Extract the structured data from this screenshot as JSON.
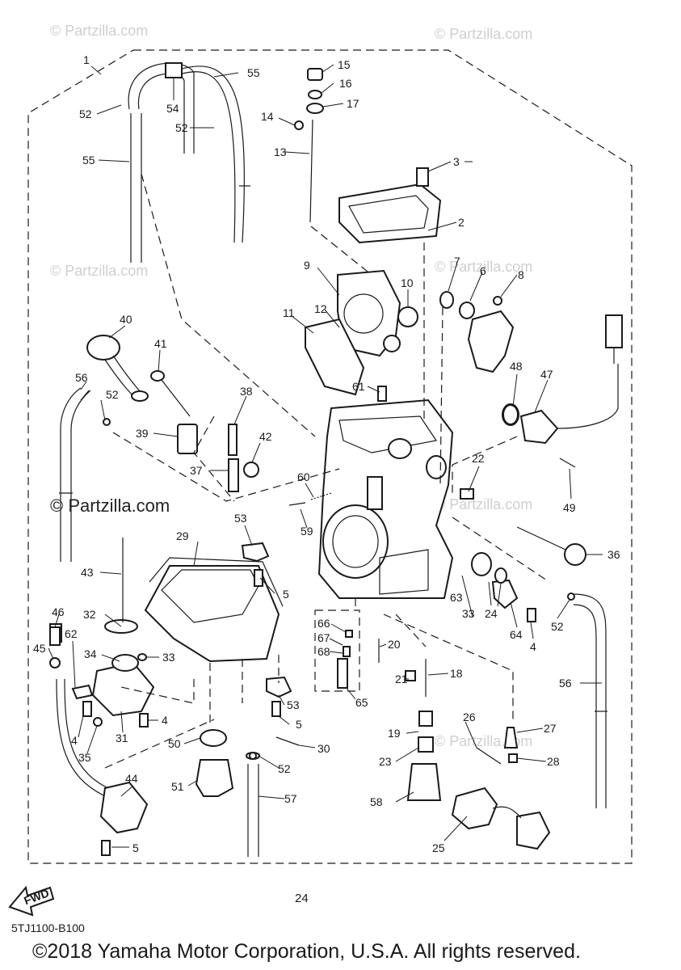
{
  "watermarks": [
    "© Partzilla.com",
    "© Partzilla.com",
    "© Partzilla.com",
    "© Partzilla.com",
    "© Partzilla.com",
    "© Partzilla.com"
  ],
  "watermark_center": "© Partzilla.com",
  "page_number": "24",
  "drawing_code": "5TJ1100-B100",
  "copyright": "©2018 Yamaha Motor Corporation, U.S.A. All rights reserved.",
  "forward_marker": "FWD",
  "callouts": {
    "c1": "1",
    "c2": "2",
    "c3": "3",
    "c4a": "4",
    "c4b": "4",
    "c4c": "4",
    "c5a": "5",
    "c5b": "5",
    "c5c": "5",
    "c6": "6",
    "c7": "7",
    "c8": "8",
    "c9": "9",
    "c10": "10",
    "c11": "11",
    "c12": "12",
    "c13": "13",
    "c14": "14",
    "c15": "15",
    "c16": "16",
    "c17": "17",
    "c18": "18",
    "c19": "19",
    "c20": "20",
    "c21": "21",
    "c22": "22",
    "c23": "23",
    "c24a": "24",
    "c25": "25",
    "c26": "26",
    "c27": "27",
    "c28": "28",
    "c29": "29",
    "c30": "30",
    "c31": "31",
    "c32": "32",
    "c33a": "33",
    "c33b": "33",
    "c34": "34",
    "c35": "35",
    "c36": "36",
    "c37": "37",
    "c38": "38",
    "c39": "39",
    "c40": "40",
    "c41": "41",
    "c42": "42",
    "c43": "43",
    "c44": "44",
    "c45": "45",
    "c46": "46",
    "c47": "47",
    "c48": "48",
    "c49": "49",
    "c50": "50",
    "c51": "51",
    "c52a": "52",
    "c52b": "52",
    "c52c": "52",
    "c52d": "52",
    "c52e": "52",
    "c53a": "53",
    "c53b": "53",
    "c54": "54",
    "c55a": "55",
    "c55b": "55",
    "c56a": "56",
    "c56b": "56",
    "c57": "57",
    "c58": "58",
    "c59": "59",
    "c60": "60",
    "c61": "61",
    "c62": "62",
    "c63": "63",
    "c64": "64",
    "c65": "65",
    "c66": "66",
    "c67": "67",
    "c68": "68"
  }
}
